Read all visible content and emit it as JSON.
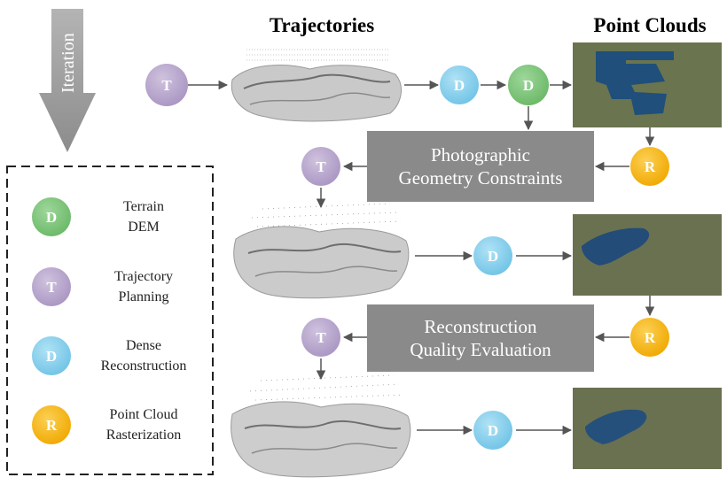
{
  "headings": {
    "trajectories": "Trajectories",
    "point_clouds": "Point Clouds"
  },
  "iteration_label": "Iteration",
  "boxes": {
    "photographic": [
      "Photographic",
      "Geometry Constraints"
    ],
    "reconstruction": [
      "Reconstruction",
      "Quality Evaluation"
    ]
  },
  "nodes": {
    "D": "D",
    "T": "T",
    "R": "R"
  },
  "legend": [
    {
      "letter": "D",
      "lines": [
        "Terrain",
        "DEM"
      ],
      "color": "#7dc47a"
    },
    {
      "letter": "T",
      "lines": [
        "Trajectory",
        "Planning"
      ],
      "color": "#b9a6cf"
    },
    {
      "letter": "D",
      "lines": [
        "Dense",
        "Reconstruction"
      ],
      "color": "#8fd3ee"
    },
    {
      "letter": "R",
      "lines": [
        "Point Cloud",
        "Rasterization"
      ],
      "color": "#f6b71a"
    }
  ],
  "colors": {
    "terrain": "#7dc47a",
    "trajectory": "#b9a6cf",
    "dense": "#8fd3ee",
    "raster": "#f6b71a",
    "box": "#8a8a8a",
    "arrow": "#555555"
  }
}
